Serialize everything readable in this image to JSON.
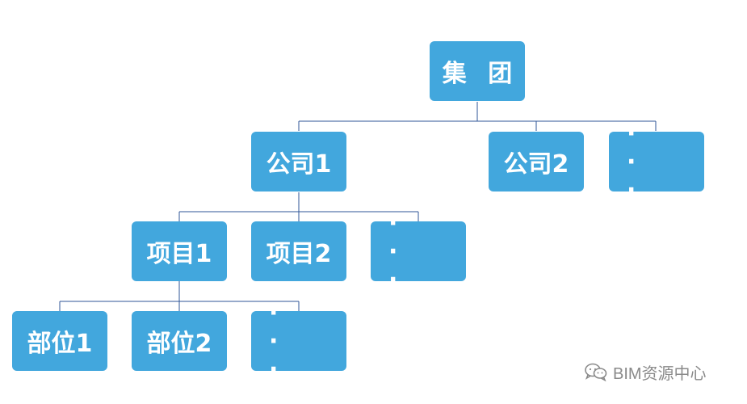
{
  "diagram": {
    "root": "集 团",
    "companies": [
      "公司1",
      "公司2",
      "· · ·"
    ],
    "projects": [
      "项目1",
      "项目2",
      "· · ·"
    ],
    "departments": [
      "部位1",
      "部位2",
      "· · ·"
    ]
  },
  "watermark": {
    "icon": "wechat-icon",
    "text": "BIM资源中心"
  },
  "colors": {
    "node_fill": "#42a7dd",
    "node_text": "#ffffff",
    "connector": "#2f5597",
    "watermark": "#8a8a8a"
  }
}
